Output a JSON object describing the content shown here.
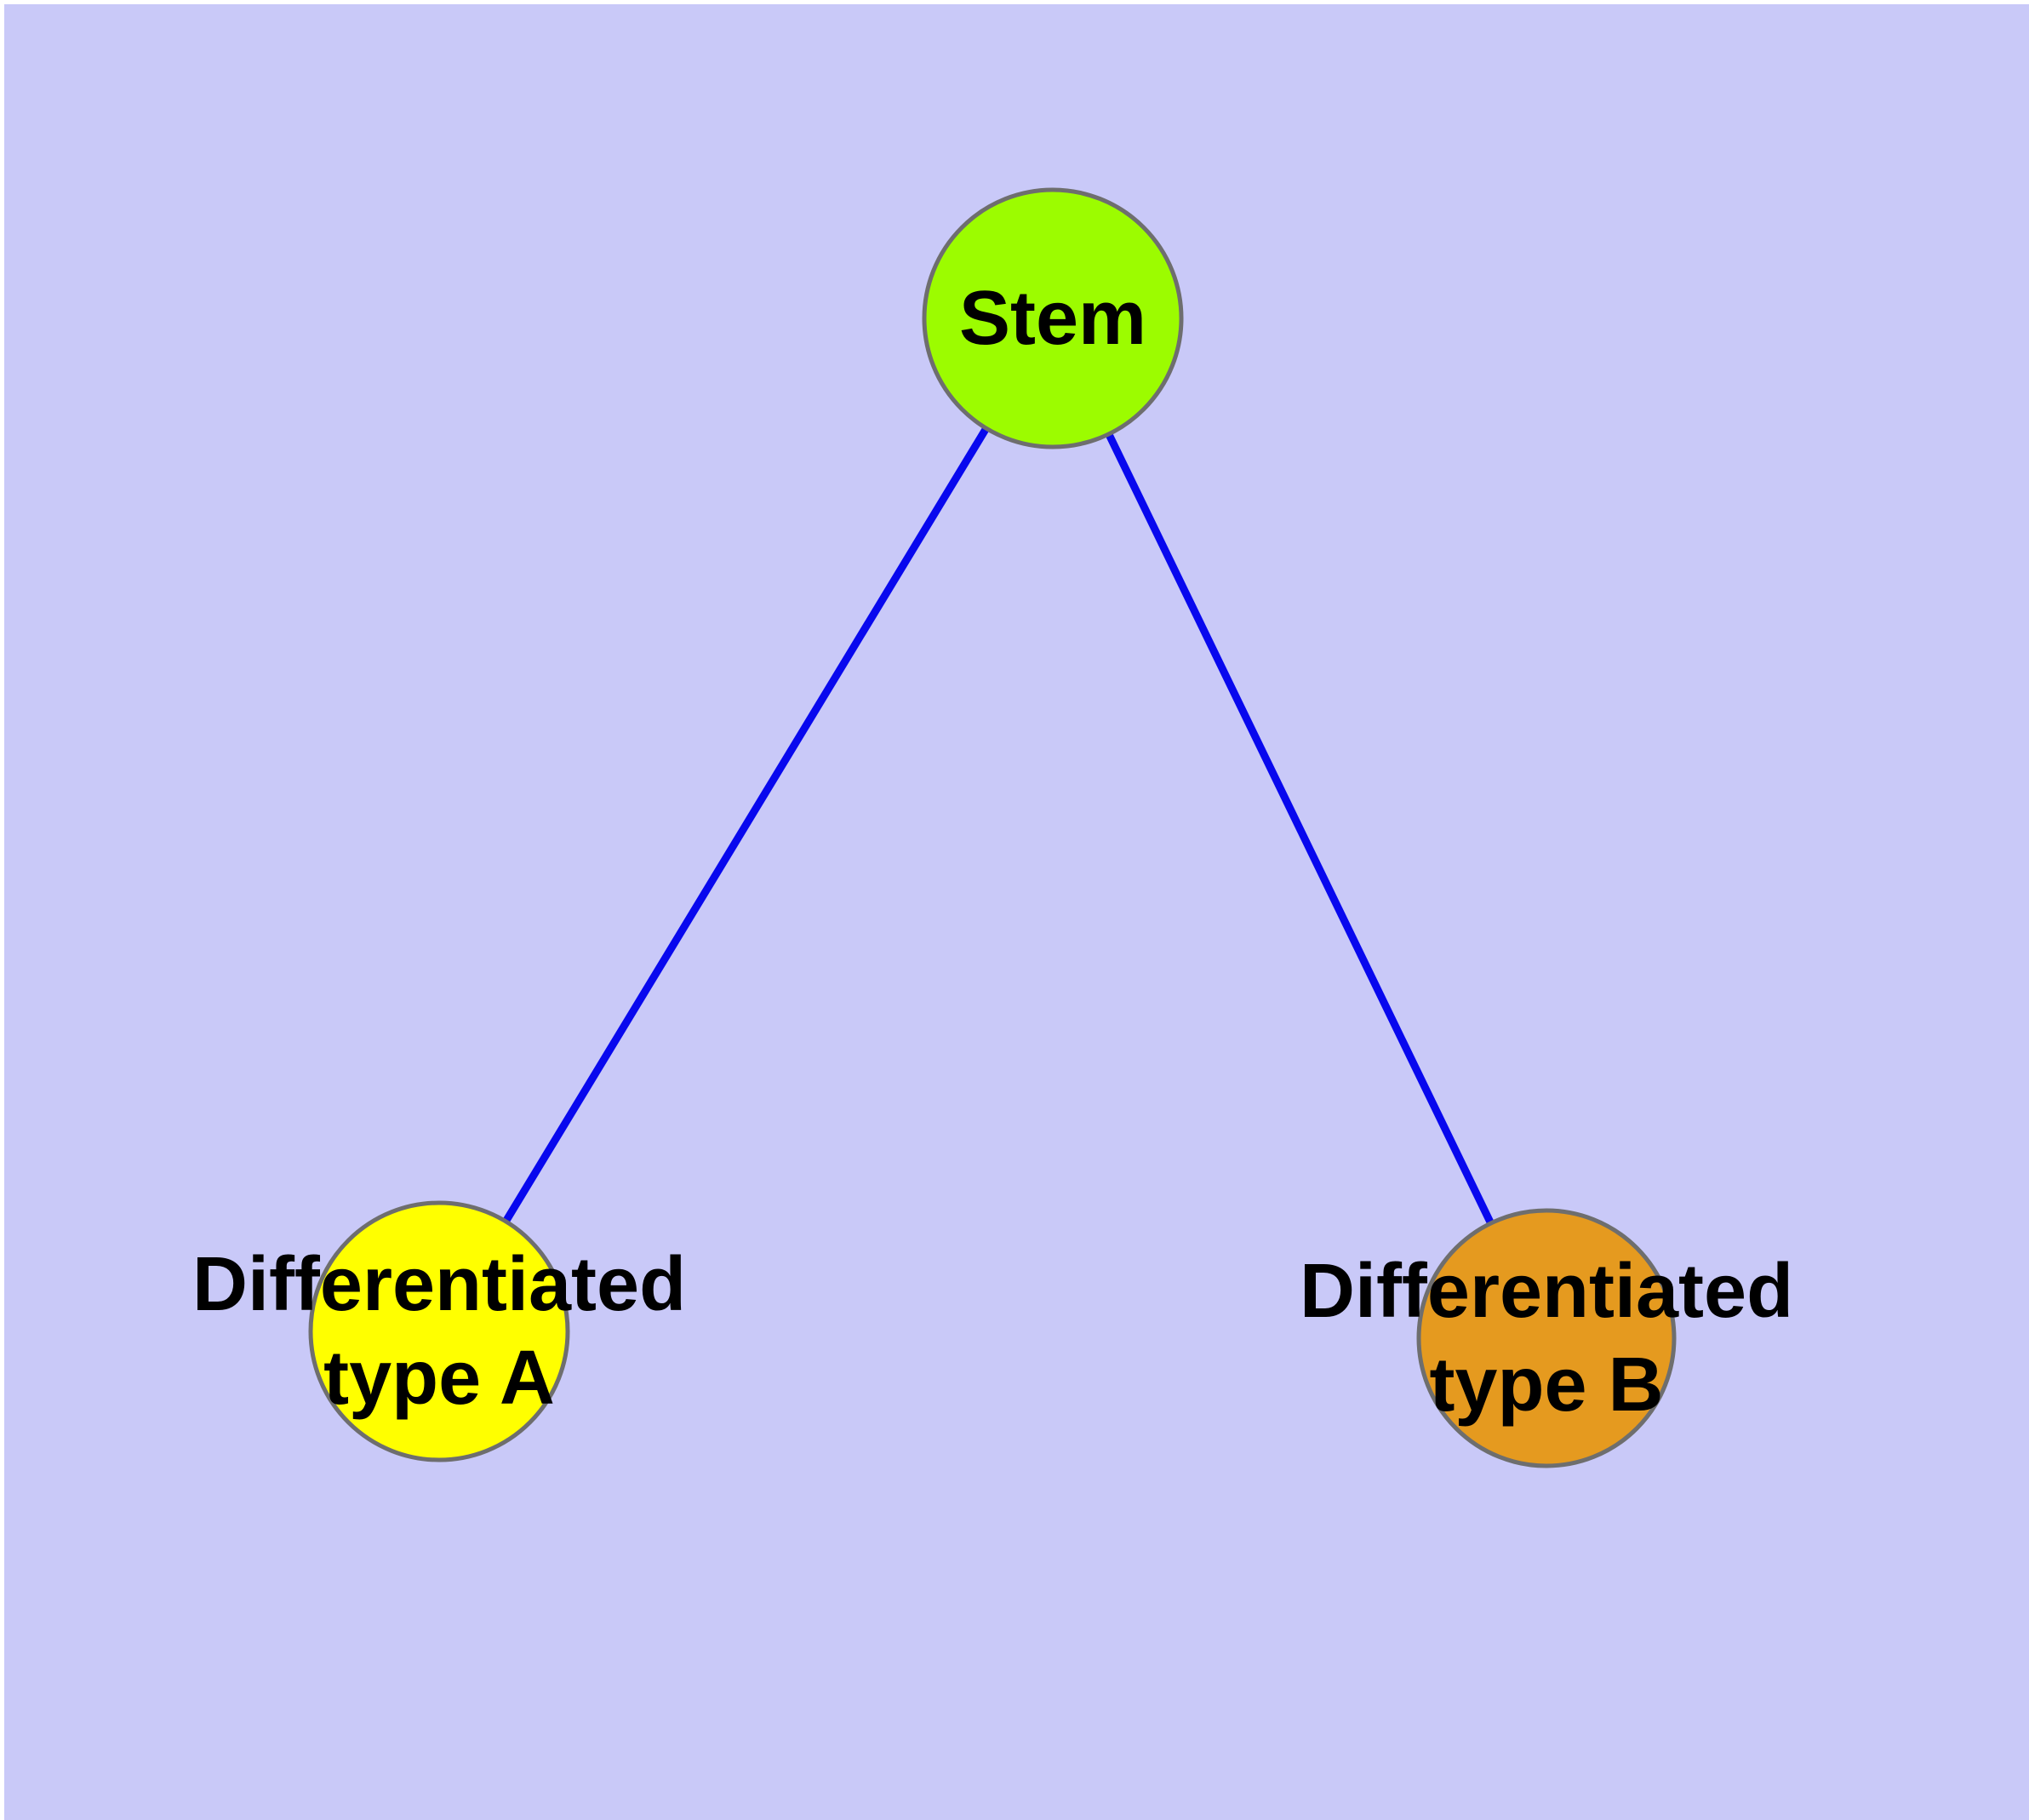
{
  "diagram": {
    "type": "graph",
    "description": "Stem cell differentiation tree: a stem node connected to two differentiated cell-type nodes",
    "nodes": [
      {
        "id": "stem",
        "label": "Stem",
        "color": "#9cfc00"
      },
      {
        "id": "differentiated-type-a",
        "label": "Differentiated\ntype A",
        "color": "#ffff00"
      },
      {
        "id": "differentiated-type-b",
        "label": "Differentiated\ntype B",
        "color": "#e59a1f"
      }
    ],
    "edges": [
      {
        "from": "stem",
        "to": "differentiated-type-a"
      },
      {
        "from": "stem",
        "to": "differentiated-type-b"
      }
    ],
    "style": {
      "background_color": "#c9c9f8",
      "page_margin_color": "#ffffff",
      "edge_color": "#0808ee",
      "node_border_color": "#6e6e6e",
      "label_color": "#000000"
    }
  }
}
